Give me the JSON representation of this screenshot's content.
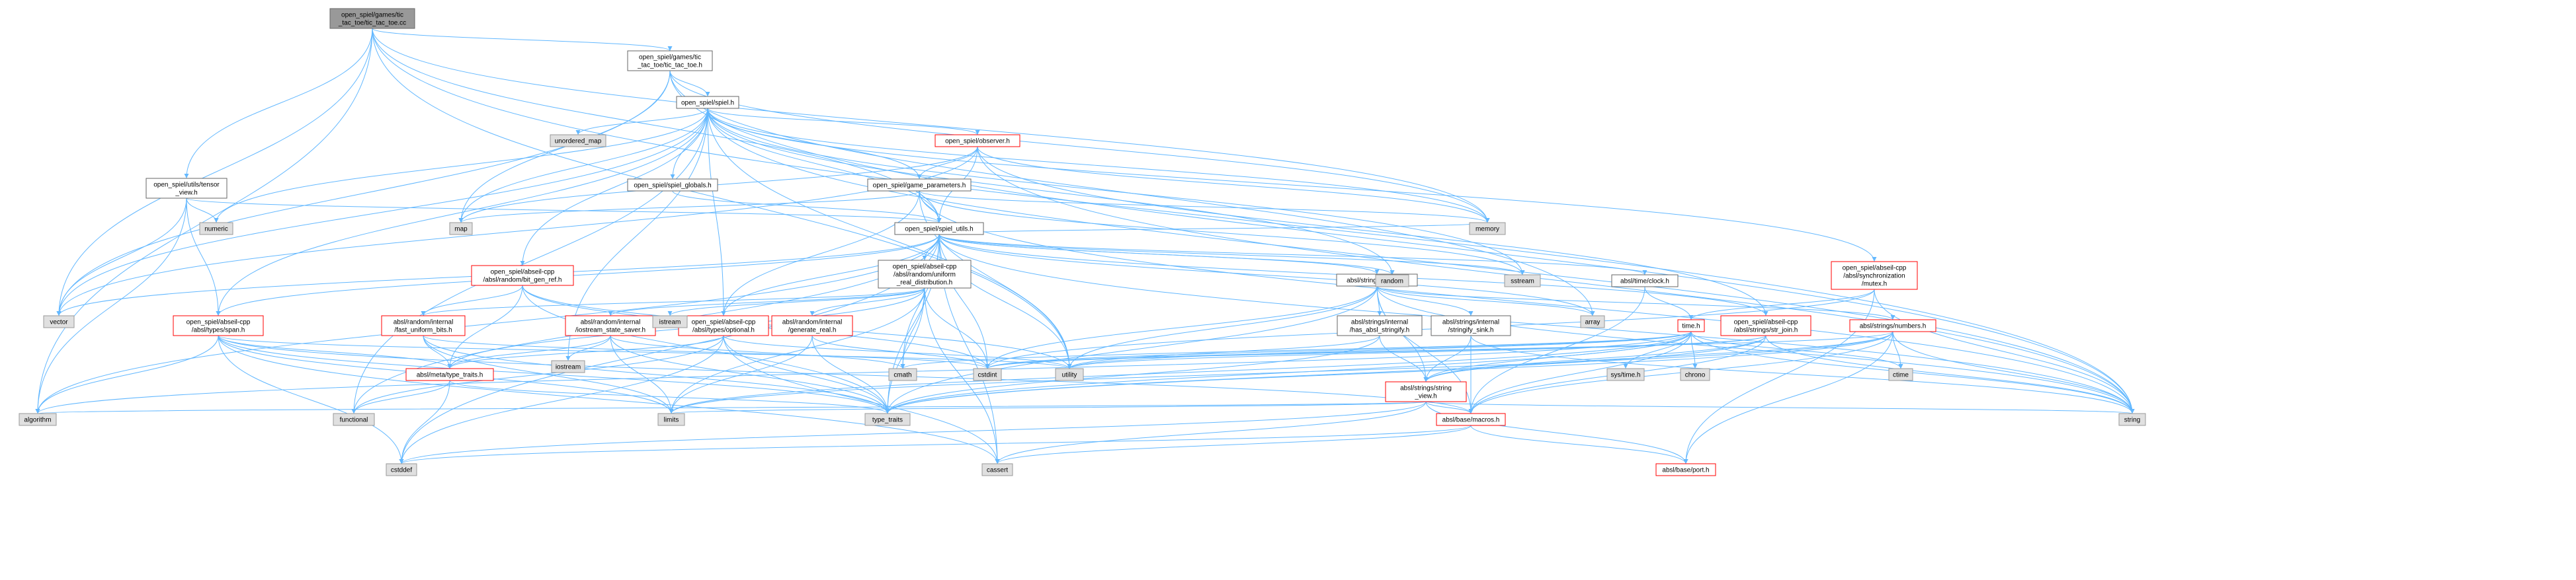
{
  "colors": {
    "edge": "#63b8ff",
    "root_fill": "#999999",
    "root_border": "#666666",
    "link_fill": "#ffffff",
    "link_border": "#666666",
    "trunc_border": "#ff0000",
    "sys_fill": "#e0e0e0",
    "sys_border": "#999999"
  },
  "nodes": [
    {
      "id": "root",
      "kind": "root",
      "lines": [
        "open_spiel/games/tic",
        "_tac_toe/tic_tac_toe.cc"
      ]
    },
    {
      "id": "ttt_h",
      "kind": "link",
      "lines": [
        "open_spiel/games/tic",
        "_tac_toe/tic_tac_toe.h"
      ]
    },
    {
      "id": "spiel_h",
      "kind": "link",
      "lines": [
        "open_spiel/spiel.h"
      ]
    },
    {
      "id": "tensor_view",
      "kind": "link",
      "lines": [
        "open_spiel/utils/tensor",
        "_view.h"
      ]
    },
    {
      "id": "unordered_map",
      "kind": "sys",
      "lines": [
        "unordered_map"
      ]
    },
    {
      "id": "observer",
      "kind": "trunc",
      "lines": [
        "open_spiel/observer.h"
      ]
    },
    {
      "id": "spiel_globals",
      "kind": "link",
      "lines": [
        "open_spiel/spiel_globals.h"
      ]
    },
    {
      "id": "game_params",
      "kind": "link",
      "lines": [
        "open_spiel/game_parameters.h"
      ]
    },
    {
      "id": "numeric",
      "kind": "sys",
      "lines": [
        "numeric"
      ]
    },
    {
      "id": "map",
      "kind": "sys",
      "lines": [
        "map"
      ]
    },
    {
      "id": "spiel_utils",
      "kind": "link",
      "lines": [
        "open_spiel/spiel_utils.h"
      ]
    },
    {
      "id": "memory",
      "kind": "sys",
      "lines": [
        "memory"
      ]
    },
    {
      "id": "bit_gen_ref",
      "kind": "trunc",
      "lines": [
        "open_spiel/abseil-cpp",
        "/absl/random/bit_gen_ref.h"
      ]
    },
    {
      "id": "uniform_real",
      "kind": "link",
      "lines": [
        "open_spiel/abseil-cpp",
        "/absl/random/uniform",
        "_real_distribution.h"
      ]
    },
    {
      "id": "str_cat",
      "kind": "link",
      "lines": [
        "absl/strings/str_cat.h"
      ]
    },
    {
      "id": "random",
      "kind": "sys",
      "lines": [
        "random"
      ]
    },
    {
      "id": "sstream",
      "kind": "sys",
      "lines": [
        "sstream"
      ]
    },
    {
      "id": "clock_h",
      "kind": "link",
      "lines": [
        "absl/time/clock.h"
      ]
    },
    {
      "id": "mutex_h",
      "kind": "trunc",
      "lines": [
        "open_spiel/abseil-cpp",
        "/absl/synchronization",
        "/mutex.h"
      ]
    },
    {
      "id": "vector",
      "kind": "sys",
      "lines": [
        "vector"
      ]
    },
    {
      "id": "span_h",
      "kind": "trunc",
      "lines": [
        "open_spiel/abseil-cpp",
        "/absl/types/span.h"
      ]
    },
    {
      "id": "fast_uniform",
      "kind": "trunc",
      "lines": [
        "absl/random/internal",
        "/fast_uniform_bits.h"
      ]
    },
    {
      "id": "iostream_saver",
      "kind": "trunc",
      "lines": [
        "absl/random/internal",
        "/iostream_state_saver.h"
      ]
    },
    {
      "id": "optional_h",
      "kind": "trunc",
      "lines": [
        "open_spiel/abseil-cpp",
        "/absl/types/optional.h"
      ]
    },
    {
      "id": "generate_real",
      "kind": "trunc",
      "lines": [
        "absl/random/internal",
        "/generate_real.h"
      ]
    },
    {
      "id": "istream",
      "kind": "sys",
      "lines": [
        "istream"
      ]
    },
    {
      "id": "has_stringify",
      "kind": "link",
      "lines": [
        "absl/strings/internal",
        "/has_absl_stringify.h"
      ]
    },
    {
      "id": "stringify_sink",
      "kind": "link",
      "lines": [
        "absl/strings/internal",
        "/stringify_sink.h"
      ]
    },
    {
      "id": "array",
      "kind": "sys",
      "lines": [
        "array"
      ]
    },
    {
      "id": "time_h",
      "kind": "trunc",
      "lines": [
        "time.h"
      ]
    },
    {
      "id": "str_join",
      "kind": "trunc",
      "lines": [
        "open_spiel/abseil-cpp",
        "/absl/strings/str_join.h"
      ]
    },
    {
      "id": "numbers_h",
      "kind": "trunc",
      "lines": [
        "absl/strings/numbers.h"
      ]
    },
    {
      "id": "iostream",
      "kind": "sys",
      "lines": [
        "iostream"
      ]
    },
    {
      "id": "type_traits_absl",
      "kind": "trunc",
      "lines": [
        "absl/meta/type_traits.h"
      ]
    },
    {
      "id": "cmath",
      "kind": "sys",
      "lines": [
        "cmath"
      ]
    },
    {
      "id": "cstdint",
      "kind": "sys",
      "lines": [
        "cstdint"
      ]
    },
    {
      "id": "utility",
      "kind": "sys",
      "lines": [
        "utility"
      ]
    },
    {
      "id": "string_view",
      "kind": "trunc",
      "lines": [
        "absl/strings/string",
        "_view.h"
      ]
    },
    {
      "id": "systime",
      "kind": "sys",
      "lines": [
        "sys/time.h"
      ]
    },
    {
      "id": "chrono",
      "kind": "sys",
      "lines": [
        "chrono"
      ]
    },
    {
      "id": "ctime",
      "kind": "sys",
      "lines": [
        "ctime"
      ]
    },
    {
      "id": "algorithm",
      "kind": "sys",
      "lines": [
        "algorithm"
      ]
    },
    {
      "id": "functional",
      "kind": "sys",
      "lines": [
        "functional"
      ]
    },
    {
      "id": "limits",
      "kind": "sys",
      "lines": [
        "limits"
      ]
    },
    {
      "id": "type_traits",
      "kind": "sys",
      "lines": [
        "type_traits"
      ]
    },
    {
      "id": "macros_h",
      "kind": "trunc",
      "lines": [
        "absl/base/macros.h"
      ]
    },
    {
      "id": "string",
      "kind": "sys",
      "lines": [
        "string"
      ]
    },
    {
      "id": "cstddef",
      "kind": "sys",
      "lines": [
        "cstddef"
      ]
    },
    {
      "id": "cassert",
      "kind": "sys",
      "lines": [
        "cassert"
      ]
    },
    {
      "id": "port_h",
      "kind": "trunc",
      "lines": [
        "absl/base/port.h"
      ]
    }
  ],
  "edges": [
    [
      "root",
      "ttt_h"
    ],
    [
      "root",
      "tensor_view"
    ],
    [
      "root",
      "spiel_utils"
    ],
    [
      "root",
      "vector"
    ],
    [
      "root",
      "algorithm"
    ],
    [
      "root",
      "memory"
    ],
    [
      "root",
      "utility"
    ],
    [
      "root",
      "string"
    ],
    [
      "ttt_h",
      "spiel_h"
    ],
    [
      "ttt_h",
      "map"
    ],
    [
      "ttt_h",
      "memory"
    ],
    [
      "ttt_h",
      "array"
    ],
    [
      "ttt_h",
      "vector"
    ],
    [
      "ttt_h",
      "string"
    ],
    [
      "spiel_h",
      "unordered_map"
    ],
    [
      "spiel_h",
      "observer"
    ],
    [
      "spiel_h",
      "spiel_globals"
    ],
    [
      "spiel_h",
      "game_params"
    ],
    [
      "spiel_h",
      "numeric"
    ],
    [
      "spiel_h",
      "map"
    ],
    [
      "spiel_h",
      "spiel_utils"
    ],
    [
      "spiel_h",
      "memory"
    ],
    [
      "spiel_h",
      "bit_gen_ref"
    ],
    [
      "spiel_h",
      "random"
    ],
    [
      "spiel_h",
      "sstream"
    ],
    [
      "spiel_h",
      "mutex_h"
    ],
    [
      "spiel_h",
      "vector"
    ],
    [
      "spiel_h",
      "span_h"
    ],
    [
      "spiel_h",
      "optional_h"
    ],
    [
      "spiel_h",
      "iostream"
    ],
    [
      "spiel_h",
      "functional"
    ],
    [
      "spiel_h",
      "string"
    ],
    [
      "spiel_h",
      "utility"
    ],
    [
      "tensor_view",
      "numeric"
    ],
    [
      "tensor_view",
      "spiel_utils"
    ],
    [
      "tensor_view",
      "vector"
    ],
    [
      "tensor_view",
      "span_h"
    ],
    [
      "tensor_view",
      "algorithm"
    ],
    [
      "observer",
      "game_params"
    ],
    [
      "observer",
      "spiel_utils"
    ],
    [
      "observer",
      "map"
    ],
    [
      "observer",
      "memory"
    ],
    [
      "observer",
      "str_join"
    ],
    [
      "observer",
      "string"
    ],
    [
      "observer",
      "vector"
    ],
    [
      "spiel_globals",
      "spiel_utils"
    ],
    [
      "game_params",
      "spiel_utils"
    ],
    [
      "game_params",
      "map"
    ],
    [
      "game_params",
      "memory"
    ],
    [
      "game_params",
      "sstream"
    ],
    [
      "game_params",
      "string"
    ],
    [
      "game_params",
      "utility"
    ],
    [
      "game_params",
      "optional_h"
    ],
    [
      "spiel_utils",
      "uniform_real"
    ],
    [
      "spiel_utils",
      "str_cat"
    ],
    [
      "spiel_utils",
      "random"
    ],
    [
      "spiel_utils",
      "sstream"
    ],
    [
      "spiel_utils",
      "clock_h"
    ],
    [
      "spiel_utils",
      "vector"
    ],
    [
      "spiel_utils",
      "span_h"
    ],
    [
      "spiel_utils",
      "optional_h"
    ],
    [
      "spiel_utils",
      "str_join"
    ],
    [
      "spiel_utils",
      "array"
    ],
    [
      "spiel_utils",
      "cmath"
    ],
    [
      "spiel_utils",
      "cstdint"
    ],
    [
      "spiel_utils",
      "utility"
    ],
    [
      "spiel_utils",
      "string"
    ],
    [
      "spiel_utils",
      "algorithm"
    ],
    [
      "spiel_utils",
      "functional"
    ],
    [
      "spiel_utils",
      "cassert"
    ],
    [
      "spiel_utils",
      "type_traits"
    ],
    [
      "spiel_utils",
      "memory"
    ],
    [
      "spiel_utils",
      "cstddef"
    ],
    [
      "bit_gen_ref",
      "fast_uniform"
    ],
    [
      "bit_gen_ref",
      "type_traits_absl"
    ],
    [
      "bit_gen_ref",
      "cstdint"
    ],
    [
      "bit_gen_ref",
      "type_traits"
    ],
    [
      "bit_gen_ref",
      "utility"
    ],
    [
      "uniform_real",
      "fast_uniform"
    ],
    [
      "uniform_real",
      "iostream_saver"
    ],
    [
      "uniform_real",
      "generate_real"
    ],
    [
      "uniform_real",
      "istream"
    ],
    [
      "uniform_real",
      "type_traits_absl"
    ],
    [
      "uniform_real",
      "cmath"
    ],
    [
      "uniform_real",
      "cstdint"
    ],
    [
      "uniform_real",
      "limits"
    ],
    [
      "uniform_real",
      "type_traits"
    ],
    [
      "uniform_real",
      "cassert"
    ],
    [
      "str_cat",
      "has_stringify"
    ],
    [
      "str_cat",
      "stringify_sink"
    ],
    [
      "str_cat",
      "array"
    ],
    [
      "str_cat",
      "string_view"
    ],
    [
      "str_cat",
      "numbers_h"
    ],
    [
      "str_cat",
      "cstdint"
    ],
    [
      "str_cat",
      "string"
    ],
    [
      "str_cat",
      "type_traits"
    ],
    [
      "str_cat",
      "utility"
    ],
    [
      "str_cat",
      "macros_h"
    ],
    [
      "clock_h",
      "time_h"
    ],
    [
      "clock_h",
      "macros_h"
    ],
    [
      "mutex_h",
      "time_h"
    ],
    [
      "mutex_h",
      "cstdint"
    ],
    [
      "mutex_h",
      "port_h"
    ],
    [
      "mutex_h",
      "string"
    ],
    [
      "span_h",
      "type_traits_absl"
    ],
    [
      "span_h",
      "algorithm"
    ],
    [
      "span_h",
      "cstddef"
    ],
    [
      "span_h",
      "type_traits"
    ],
    [
      "span_h",
      "utility"
    ],
    [
      "span_h",
      "cassert"
    ],
    [
      "span_h",
      "macros_h"
    ],
    [
      "span_h",
      "limits"
    ],
    [
      "fast_uniform",
      "type_traits_absl"
    ],
    [
      "fast_uniform",
      "cstdint"
    ],
    [
      "fast_uniform",
      "limits"
    ],
    [
      "fast_uniform",
      "type_traits"
    ],
    [
      "iostream_saver",
      "type_traits_absl"
    ],
    [
      "iostream_saver",
      "iostream"
    ],
    [
      "iostream_saver",
      "cmath"
    ],
    [
      "iostream_saver",
      "limits"
    ],
    [
      "iostream_saver",
      "type_traits"
    ],
    [
      "optional_h",
      "type_traits_absl"
    ],
    [
      "optional_h",
      "functional"
    ],
    [
      "optional_h",
      "utility"
    ],
    [
      "optional_h",
      "type_traits"
    ],
    [
      "optional_h",
      "cassert"
    ],
    [
      "optional_h",
      "cstddef"
    ],
    [
      "generate_real",
      "cstdint"
    ],
    [
      "generate_real",
      "limits"
    ],
    [
      "generate_real",
      "type_traits"
    ],
    [
      "has_stringify",
      "string_view"
    ],
    [
      "has_stringify",
      "utility"
    ],
    [
      "has_stringify",
      "type_traits"
    ],
    [
      "stringify_sink",
      "string_view"
    ],
    [
      "stringify_sink",
      "string"
    ],
    [
      "stringify_sink",
      "macros_h"
    ],
    [
      "time_h",
      "string_view"
    ],
    [
      "time_h",
      "systime"
    ],
    [
      "time_h",
      "chrono"
    ],
    [
      "time_h",
      "ctime"
    ],
    [
      "time_h",
      "cmath"
    ],
    [
      "time_h",
      "cstdint"
    ],
    [
      "time_h",
      "limits"
    ],
    [
      "time_h",
      "string"
    ],
    [
      "time_h",
      "type_traits"
    ],
    [
      "time_h",
      "utility"
    ],
    [
      "time_h",
      "algorithm"
    ],
    [
      "time_h",
      "macros_h"
    ],
    [
      "str_join",
      "string_view"
    ],
    [
      "str_join",
      "cstdint"
    ],
    [
      "str_join",
      "string"
    ],
    [
      "str_join",
      "type_traits"
    ],
    [
      "str_join",
      "utility"
    ],
    [
      "str_join",
      "macros_h"
    ],
    [
      "numbers_h",
      "string_view"
    ],
    [
      "numbers_h",
      "ctime"
    ],
    [
      "numbers_h",
      "cstdint"
    ],
    [
      "numbers_h",
      "limits"
    ],
    [
      "numbers_h",
      "string"
    ],
    [
      "numbers_h",
      "type_traits"
    ],
    [
      "numbers_h",
      "macros_h"
    ],
    [
      "numbers_h",
      "port_h"
    ],
    [
      "type_traits_absl",
      "cstddef"
    ],
    [
      "type_traits_absl",
      "functional"
    ],
    [
      "type_traits_absl",
      "type_traits"
    ],
    [
      "string_view",
      "algorithm"
    ],
    [
      "string_view",
      "cassert"
    ],
    [
      "string_view",
      "cstddef"
    ],
    [
      "string_view",
      "limits"
    ],
    [
      "string_view",
      "string"
    ],
    [
      "string_view",
      "macros_h"
    ],
    [
      "string_view",
      "port_h"
    ],
    [
      "macros_h",
      "cassert"
    ],
    [
      "macros_h",
      "cstddef"
    ],
    [
      "macros_h",
      "port_h"
    ]
  ]
}
